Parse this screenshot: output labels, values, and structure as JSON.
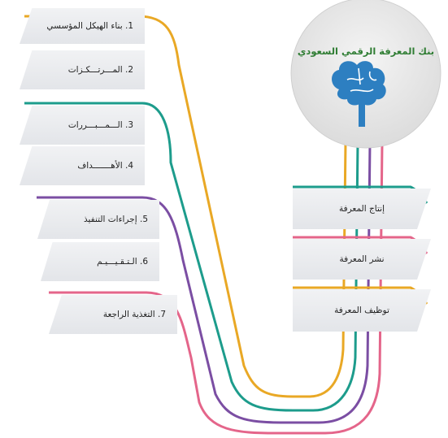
{
  "circle": {
    "title": "بنك المعرفة الرقمي السعودي",
    "icon": "brain-icon",
    "colors": {
      "brain": "#2d7fc1",
      "title": "#2f7d33",
      "circle": "#e3e3e3"
    }
  },
  "steps": [
    {
      "label": "1. بناء الهيكل المؤسسي",
      "color": "#e9a825"
    },
    {
      "label": "2. المـــرتـــكـزات",
      "color": "#e9a825"
    },
    {
      "label": "3. الـــمـــبـــررات",
      "color": "#1d9c8c"
    },
    {
      "label": "4. الأهـــــــداف",
      "color": "#1d9c8c"
    },
    {
      "label": "5. إجراءات التنفيذ",
      "color": "#7b4ea3"
    },
    {
      "label": "6. الـتـقـيـــيـم",
      "color": "#7b4ea3"
    },
    {
      "label": "7. التغذية الراجعة",
      "color": "#e4658a"
    }
  ],
  "processes": [
    {
      "label": "إنتاج المعرفة",
      "color": "#1d9c8c"
    },
    {
      "label": "نشر المعرفة",
      "color": "#e4658a"
    },
    {
      "label": "توظيف المعرفة",
      "color": "#e9a825"
    }
  ]
}
